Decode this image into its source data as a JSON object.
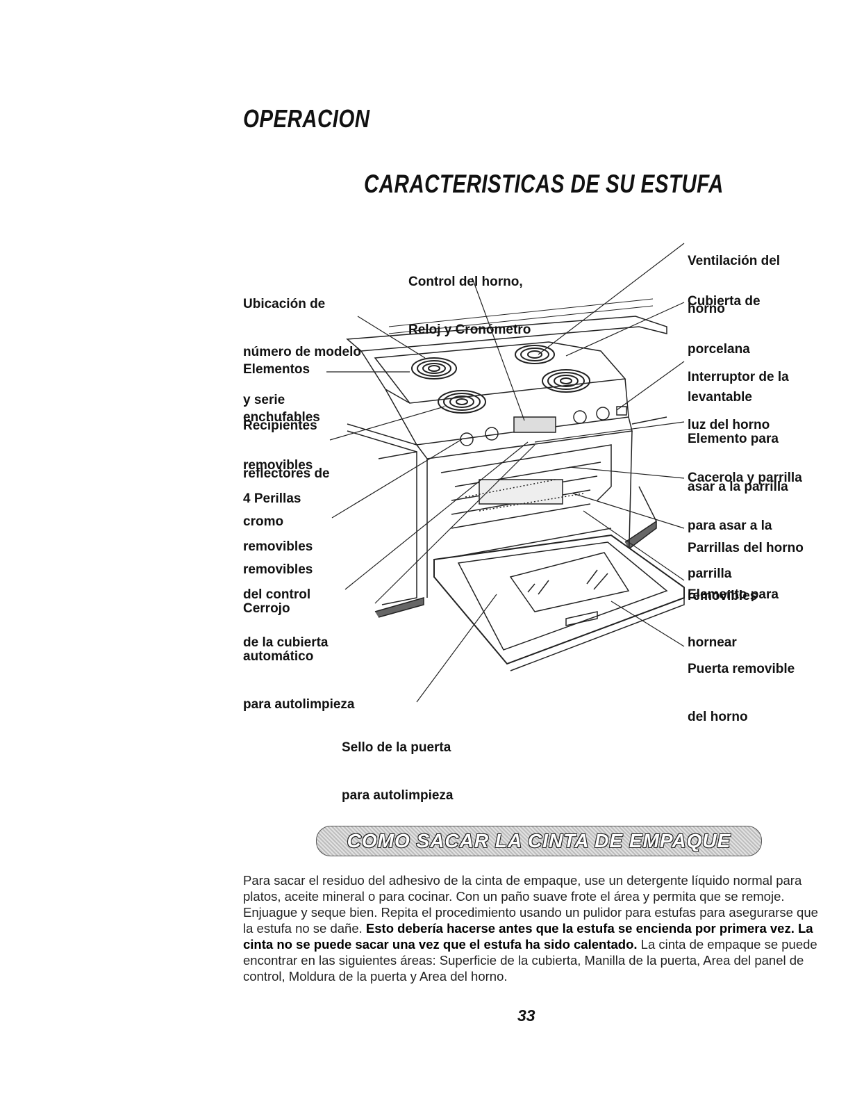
{
  "header": {
    "section": "OPERACION",
    "title": "CARACTERISTICAS DE SU ESTUFA"
  },
  "diagram": {
    "labels": {
      "control": [
        "Control del horno,",
        "Reloj y Cronómetro"
      ],
      "ubicacion": [
        "Ubicación de",
        "número de modelo",
        "y serie"
      ],
      "elementos": [
        "Elementos",
        "enchufables",
        "removibles"
      ],
      "recipientes": [
        "Recipientes",
        "reflectores de",
        "cromo",
        "removibles"
      ],
      "perillas": [
        "4 Perillas",
        "removibles",
        "del control",
        "de la cubierta"
      ],
      "cerrojo": [
        "Cerrojo",
        "automático",
        "para autolimpieza"
      ],
      "sello": [
        "Sello de la puerta",
        "para autolimpieza"
      ],
      "ventilacion": [
        "Ventilación del",
        "horno"
      ],
      "cubierta": [
        "Cubierta de",
        "porcelana",
        "levantable"
      ],
      "interruptor": [
        "Interruptor de la",
        "luz del horno"
      ],
      "elemento_asar": [
        "Elemento para",
        "asar a la parrilla"
      ],
      "cacerola": [
        "Cacerola y parrilla",
        "para asar a la",
        "parrilla"
      ],
      "parrillas": [
        "Parrillas del horno",
        "removibles"
      ],
      "elemento_hornear": [
        "Elemento para",
        "hornear"
      ],
      "puerta": [
        "Puerta removible",
        "del horno"
      ]
    }
  },
  "section2": {
    "banner": "COMO SACAR LA CINTA DE EMPAQUE",
    "p1": "Para sacar el residuo del adhesivo de la cinta de empaque, use un detergente líquido normal para platos, aceite mineral o para cocinar. Con un paño suave frote el área y permita que se remoje. Enjuague y seque bien. Repita el procedimiento usando un pulidor para estufas para asegurarse que la estufa no se dañe.",
    "bold": "Esto debería hacerse antes que la estufa se encienda por primera vez. La cinta no se puede sacar una vez que el estufa ha sido calentado.",
    "p2": "La cinta de empaque se puede encontrar en las siguientes áreas: Superficie de la cubierta, Manilla de la puerta, Area del panel de control, Moldura de la puerta y Area del horno."
  },
  "footer": {
    "page_number": "33"
  }
}
